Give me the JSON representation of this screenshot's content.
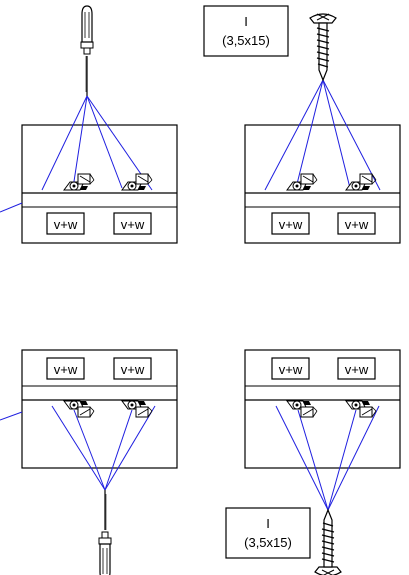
{
  "colors": {
    "line": "#000000",
    "guide": "#1f1fe0",
    "background": "#ffffff",
    "hinge_fill": "#ffffff"
  },
  "labels": {
    "slot_label": "v+w",
    "screw_callout": {
      "line1": "I",
      "line2": "(3,5x15)"
    }
  },
  "icons": {
    "screwdriver": "screwdriver-icon",
    "screw": "screw-icon",
    "hinge": "hinge-icon",
    "lead_line": "lead-line"
  }
}
